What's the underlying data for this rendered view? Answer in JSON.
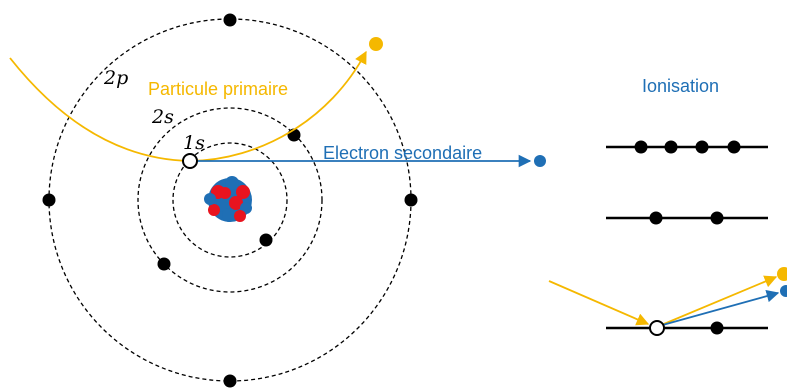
{
  "labels": {
    "shell_1s": "1s",
    "shell_2s": "2s",
    "shell_2p": "2p",
    "primary": "Particule primaire",
    "secondary": "Electron secondaire",
    "ionisation": "Ionisation"
  },
  "colors": {
    "primary": "#f5b800",
    "secondary": "#1f6fb5",
    "electron": "#000000",
    "nucleus_proton": "#e8141f",
    "nucleus_neutron": "#1f6fb5",
    "orbit": "#000000"
  }
}
